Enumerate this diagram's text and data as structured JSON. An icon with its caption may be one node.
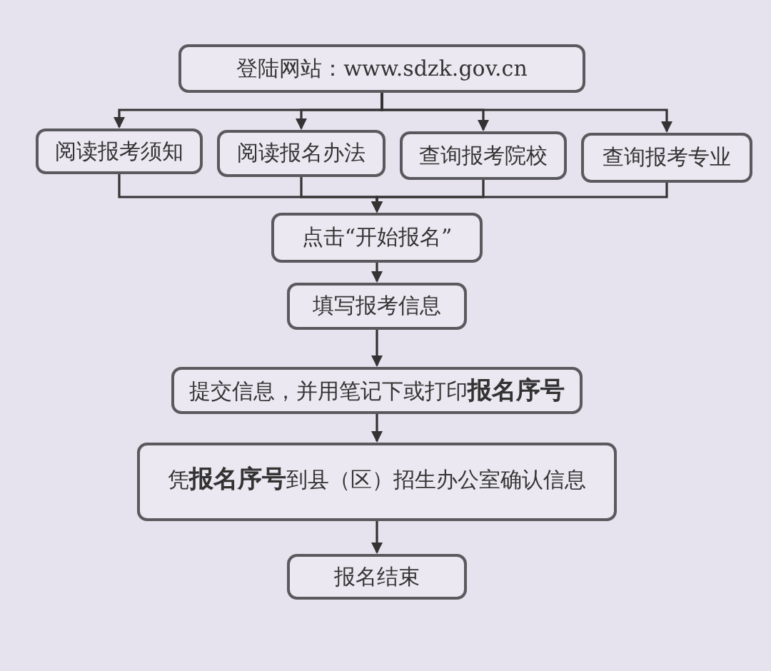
{
  "diagram": {
    "nodes": [
      {
        "text": [
          "登陆网站：www.sdzk.gov.cn"
        ]
      },
      {
        "text": [
          "阅读报考须知"
        ]
      },
      {
        "text": [
          "阅读报名办法"
        ]
      },
      {
        "text": [
          "查询报考院校"
        ]
      },
      {
        "text": [
          "查询报考专业"
        ]
      },
      {
        "text": [
          "点击“开始报名”"
        ]
      },
      {
        "text": [
          "填写报考信息"
        ]
      },
      {
        "text": [
          "提交信息，并用笔记下或打印**报名序号**"
        ]
      },
      {
        "text": [
          "凭**报名序号**到县（区）招生办公室确认信息"
        ]
      },
      {
        "text": [
          "报名结束"
        ]
      }
    ],
    "edges": [
      {
        "from": 0,
        "to": 1,
        "arrow": "to"
      },
      {
        "from": 0,
        "to": 2,
        "arrow": "to"
      },
      {
        "from": 0,
        "to": 3,
        "arrow": "to"
      },
      {
        "from": 0,
        "to": 4,
        "arrow": "to"
      },
      {
        "from": 1,
        "to": 5,
        "arrow": "to"
      },
      {
        "from": 2,
        "to": 5,
        "arrow": "to"
      },
      {
        "from": 3,
        "to": 5,
        "arrow": "to"
      },
      {
        "from": 4,
        "to": 5,
        "arrow": "to"
      },
      {
        "from": 5,
        "to": 6,
        "arrow": "to"
      },
      {
        "from": 6,
        "to": 7,
        "arrow": "to"
      },
      {
        "from": 7,
        "to": 8,
        "arrow": "to"
      },
      {
        "from": 8,
        "to": 9,
        "arrow": "to"
      }
    ]
  }
}
